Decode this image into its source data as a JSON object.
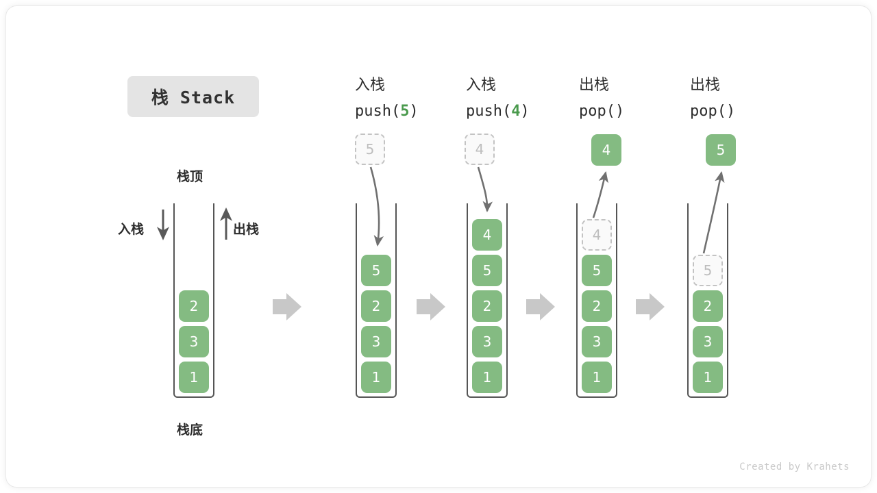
{
  "title": {
    "text": "栈 Stack"
  },
  "labels": {
    "top": "栈顶",
    "bottom": "栈底",
    "push_side": "入栈",
    "pop_side": "出栈"
  },
  "footer": {
    "credit": "Created by Krahets"
  },
  "colors": {
    "cell_fill": "#84bb82",
    "cell_text": "#ffffff",
    "ghost_border": "#c3c3c3",
    "ghost_text": "#bdbdbd",
    "container_stroke": "#555555",
    "accent_green": "#4a9a4d",
    "flow_arrow": "#c8c8c8",
    "title_chip_bg": "#e4e4e4",
    "curve_arrow": "#707070"
  },
  "columns": [
    {
      "id": "initial",
      "header_cn": "",
      "header_code": "",
      "stack": [
        "2",
        "3",
        "1"
      ],
      "ghost": null,
      "floating": null
    },
    {
      "id": "push-5",
      "header_cn": "入栈",
      "header_code_pre": "push(",
      "header_code_num": "5",
      "header_code_post": ")",
      "stack": [
        "5",
        "2",
        "3",
        "1"
      ],
      "ghost": {
        "value": "5",
        "position": "above"
      },
      "floating": null
    },
    {
      "id": "push-4",
      "header_cn": "入栈",
      "header_code_pre": "push(",
      "header_code_num": "4",
      "header_code_post": ")",
      "stack": [
        "4",
        "5",
        "2",
        "3",
        "1"
      ],
      "ghost": {
        "value": "4",
        "position": "above"
      },
      "floating": null
    },
    {
      "id": "pop-1",
      "header_cn": "出栈",
      "header_code_pre": "pop(",
      "header_code_num": "",
      "header_code_post": ")",
      "stack": [
        "5",
        "2",
        "3",
        "1"
      ],
      "ghost": {
        "value": "4",
        "position": "in-stack-top"
      },
      "floating": {
        "value": "4"
      }
    },
    {
      "id": "pop-2",
      "header_cn": "出栈",
      "header_code_pre": "pop(",
      "header_code_num": "",
      "header_code_post": ")",
      "stack": [
        "2",
        "3",
        "1"
      ],
      "ghost": {
        "value": "5",
        "position": "in-stack-top"
      },
      "floating": {
        "value": "5"
      }
    }
  ],
  "cells": {
    "initial": {
      "c0": "2",
      "c1": "3",
      "c2": "1"
    },
    "push5": {
      "ghost": "5",
      "c0": "5",
      "c1": "2",
      "c2": "3",
      "c3": "1"
    },
    "push4": {
      "ghost": "4",
      "c0": "4",
      "c1": "5",
      "c2": "2",
      "c3": "3",
      "c4": "1"
    },
    "pop1": {
      "floating": "4",
      "ghost": "4",
      "c0": "5",
      "c1": "2",
      "c2": "3",
      "c3": "1"
    },
    "pop2": {
      "floating": "5",
      "ghost": "5",
      "c0": "2",
      "c1": "3",
      "c2": "1"
    }
  }
}
